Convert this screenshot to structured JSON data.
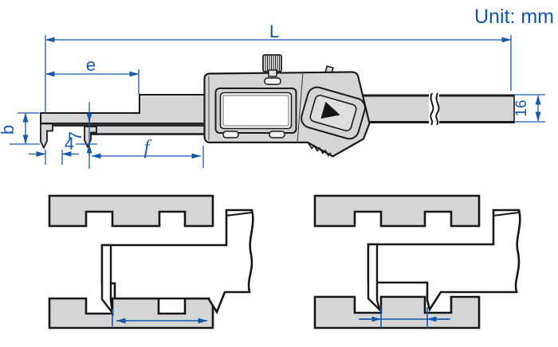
{
  "unit_label": "Unit: mm",
  "colors": {
    "dimension_blue": "#1558ad",
    "fill_gray": "#d5d5d5",
    "outline_dark": "#1a1a1a"
  },
  "dims": {
    "overall_length": "L",
    "upper_jaw_reach": "e",
    "jaw_height": "b",
    "tip_width": "4",
    "jaw_depth": "7",
    "lower_jaw_reach": "f",
    "beam_height": "16"
  }
}
